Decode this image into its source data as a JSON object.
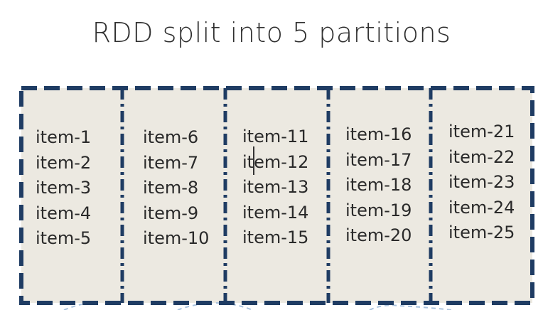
{
  "title": "RDD split into 5 partitions",
  "colors": {
    "border": "#1f3c63",
    "panel_fill": "#ece9e1",
    "text": "#2a2a2a"
  },
  "partitions": [
    {
      "items": [
        "item-1",
        "item-2",
        "item-3",
        "item-4",
        "item-5"
      ]
    },
    {
      "items": [
        "item-6",
        "item-7",
        "item-8",
        "item-9",
        "item-10"
      ]
    },
    {
      "items": [
        "item-11",
        "item-12",
        "item-13",
        "item-14",
        "item-15"
      ]
    },
    {
      "items": [
        "item-16",
        "item-17",
        "item-18",
        "item-19",
        "item-20"
      ]
    },
    {
      "items": [
        "item-21",
        "item-22",
        "item-23",
        "item-24",
        "item-25"
      ]
    }
  ]
}
